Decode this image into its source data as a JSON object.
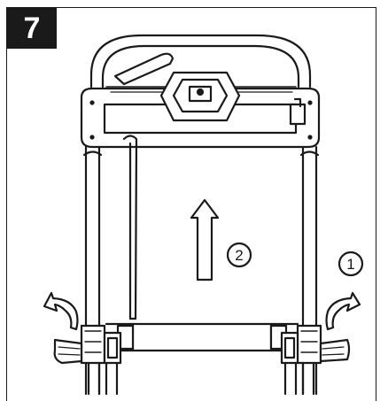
{
  "step": {
    "number": "7"
  },
  "callouts": [
    {
      "id": "1",
      "label": "1"
    },
    {
      "id": "2",
      "label": "2"
    }
  ],
  "colors": {
    "line": "#1a1a1a",
    "fill": "#ffffff",
    "badge": "#1a1a1a"
  }
}
